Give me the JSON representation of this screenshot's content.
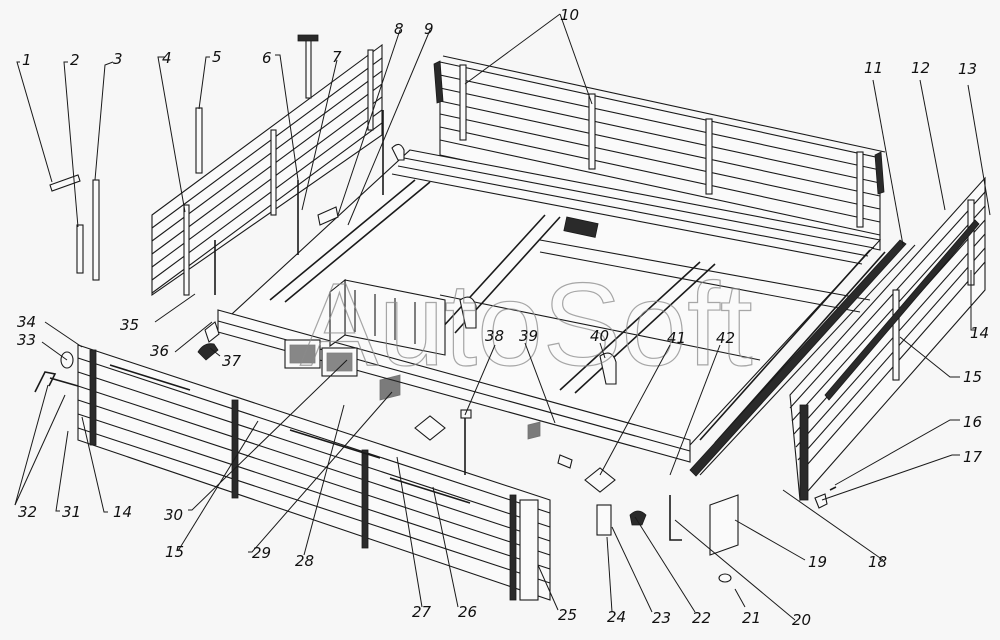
{
  "diagram": {
    "title": "Truck cargo body exploded view",
    "watermark": "AutoSoft",
    "callouts": [
      {
        "id": "1",
        "label": "1"
      },
      {
        "id": "2",
        "label": "2"
      },
      {
        "id": "3",
        "label": "3"
      },
      {
        "id": "4",
        "label": "4"
      },
      {
        "id": "5",
        "label": "5"
      },
      {
        "id": "6",
        "label": "6"
      },
      {
        "id": "7",
        "label": "7"
      },
      {
        "id": "8",
        "label": "8"
      },
      {
        "id": "9",
        "label": "9"
      },
      {
        "id": "10",
        "label": "10"
      },
      {
        "id": "11",
        "label": "11"
      },
      {
        "id": "12",
        "label": "12"
      },
      {
        "id": "13",
        "label": "13"
      },
      {
        "id": "14a",
        "label": "14"
      },
      {
        "id": "15a",
        "label": "15"
      },
      {
        "id": "16",
        "label": "16"
      },
      {
        "id": "17",
        "label": "17"
      },
      {
        "id": "18",
        "label": "18"
      },
      {
        "id": "19",
        "label": "19"
      },
      {
        "id": "20",
        "label": "20"
      },
      {
        "id": "21",
        "label": "21"
      },
      {
        "id": "22",
        "label": "22"
      },
      {
        "id": "23",
        "label": "23"
      },
      {
        "id": "24",
        "label": "24"
      },
      {
        "id": "25",
        "label": "25"
      },
      {
        "id": "26",
        "label": "26"
      },
      {
        "id": "27",
        "label": "27"
      },
      {
        "id": "28",
        "label": "28"
      },
      {
        "id": "29",
        "label": "29"
      },
      {
        "id": "15b",
        "label": "15"
      },
      {
        "id": "30",
        "label": "30"
      },
      {
        "id": "14b",
        "label": "14"
      },
      {
        "id": "31",
        "label": "31"
      },
      {
        "id": "32",
        "label": "32"
      },
      {
        "id": "33",
        "label": "33"
      },
      {
        "id": "34",
        "label": "34"
      },
      {
        "id": "35",
        "label": "35"
      },
      {
        "id": "36",
        "label": "36"
      },
      {
        "id": "37",
        "label": "37"
      },
      {
        "id": "38",
        "label": "38"
      },
      {
        "id": "39",
        "label": "39"
      },
      {
        "id": "40",
        "label": "40"
      },
      {
        "id": "41",
        "label": "41"
      },
      {
        "id": "42",
        "label": "42"
      }
    ]
  }
}
